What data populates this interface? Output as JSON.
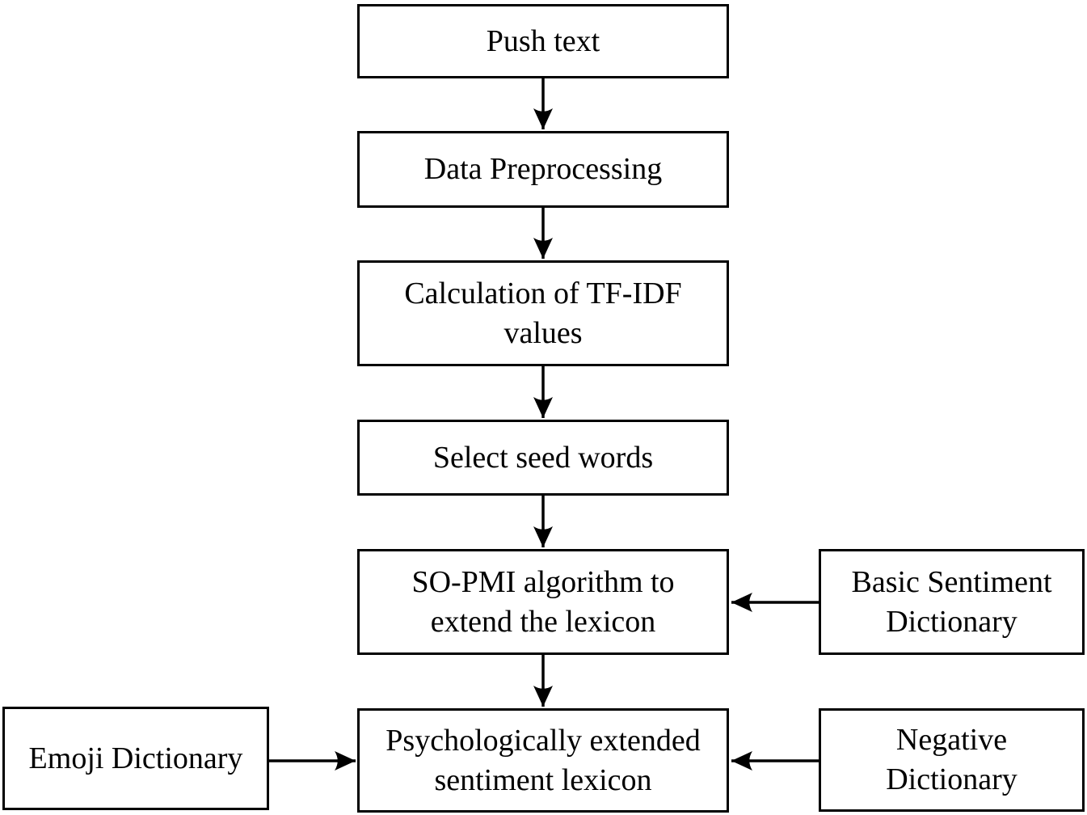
{
  "diagram": {
    "type": "flowchart",
    "colors": {
      "background": "#ffffff",
      "box_border": "#000000",
      "box_fill": "#ffffff",
      "text": "#000000",
      "arrow": "#000000"
    },
    "nodes": [
      {
        "id": "push-text",
        "label": "Push text"
      },
      {
        "id": "data-preprocessing",
        "label": "Data Preprocessing"
      },
      {
        "id": "tfidf-calculation",
        "label": "Calculation of TF-IDF\nvalues"
      },
      {
        "id": "select-seed-words",
        "label": "Select seed words"
      },
      {
        "id": "so-pmi-extend",
        "label": "SO-PMI algorithm to\nextend the lexicon"
      },
      {
        "id": "psych-extended-lexicon",
        "label": "Psychologically extended\nsentiment lexicon"
      },
      {
        "id": "basic-sentiment-dictionary",
        "label": "Basic Sentiment\nDictionary"
      },
      {
        "id": "negative-dictionary",
        "label": "Negative\nDictionary"
      },
      {
        "id": "emoji-dictionary",
        "label": "Emoji Dictionary"
      }
    ],
    "edges": [
      {
        "from": "push-text",
        "to": "data-preprocessing"
      },
      {
        "from": "data-preprocessing",
        "to": "tfidf-calculation"
      },
      {
        "from": "tfidf-calculation",
        "to": "select-seed-words"
      },
      {
        "from": "select-seed-words",
        "to": "so-pmi-extend"
      },
      {
        "from": "so-pmi-extend",
        "to": "psych-extended-lexicon"
      },
      {
        "from": "basic-sentiment-dictionary",
        "to": "so-pmi-extend"
      },
      {
        "from": "negative-dictionary",
        "to": "psych-extended-lexicon"
      },
      {
        "from": "emoji-dictionary",
        "to": "psych-extended-lexicon"
      }
    ]
  }
}
